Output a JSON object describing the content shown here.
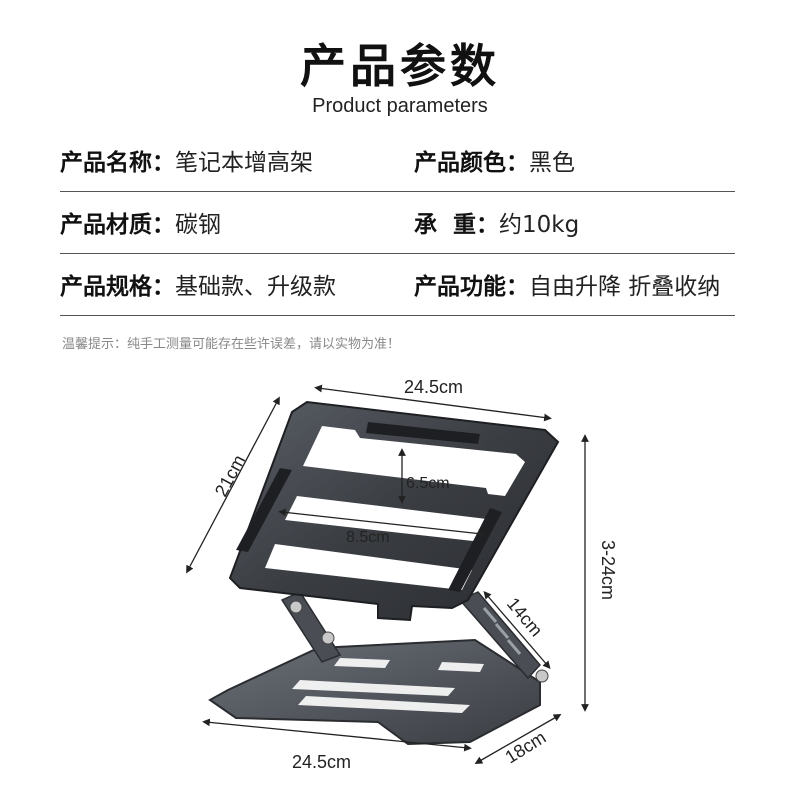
{
  "header": {
    "title": "产品参数",
    "subtitle": "Product parameters"
  },
  "specs": [
    {
      "left_label": "产品名称：",
      "left_value": "笔记本增高架",
      "right_label": "产品颜色：",
      "right_value": "黑色"
    },
    {
      "left_label": "产品材质：",
      "left_value": "碳钢",
      "right_label": "承  重：",
      "right_value": "约10kg"
    },
    {
      "left_label": "产品规格：",
      "left_value": "基础款、升级款",
      "right_label": "产品功能：",
      "right_value": "自由升降 折叠收纳"
    }
  ],
  "note": "温馨提示：纯手工测量可能存在些许误差，请以实物为准！",
  "dimensions": {
    "top_width": "24.5cm",
    "top_depth": "21cm",
    "slot_height": "6.5cm",
    "slot_width": "8.5cm",
    "height_range": "3-24cm",
    "arm_length": "14cm",
    "base_width": "24.5cm",
    "base_depth": "18cm"
  },
  "colors": {
    "stand_dark": "#3a3d42",
    "stand_light": "#6b7078",
    "stand_pad": "#1e1f22",
    "divider": "#555555"
  }
}
